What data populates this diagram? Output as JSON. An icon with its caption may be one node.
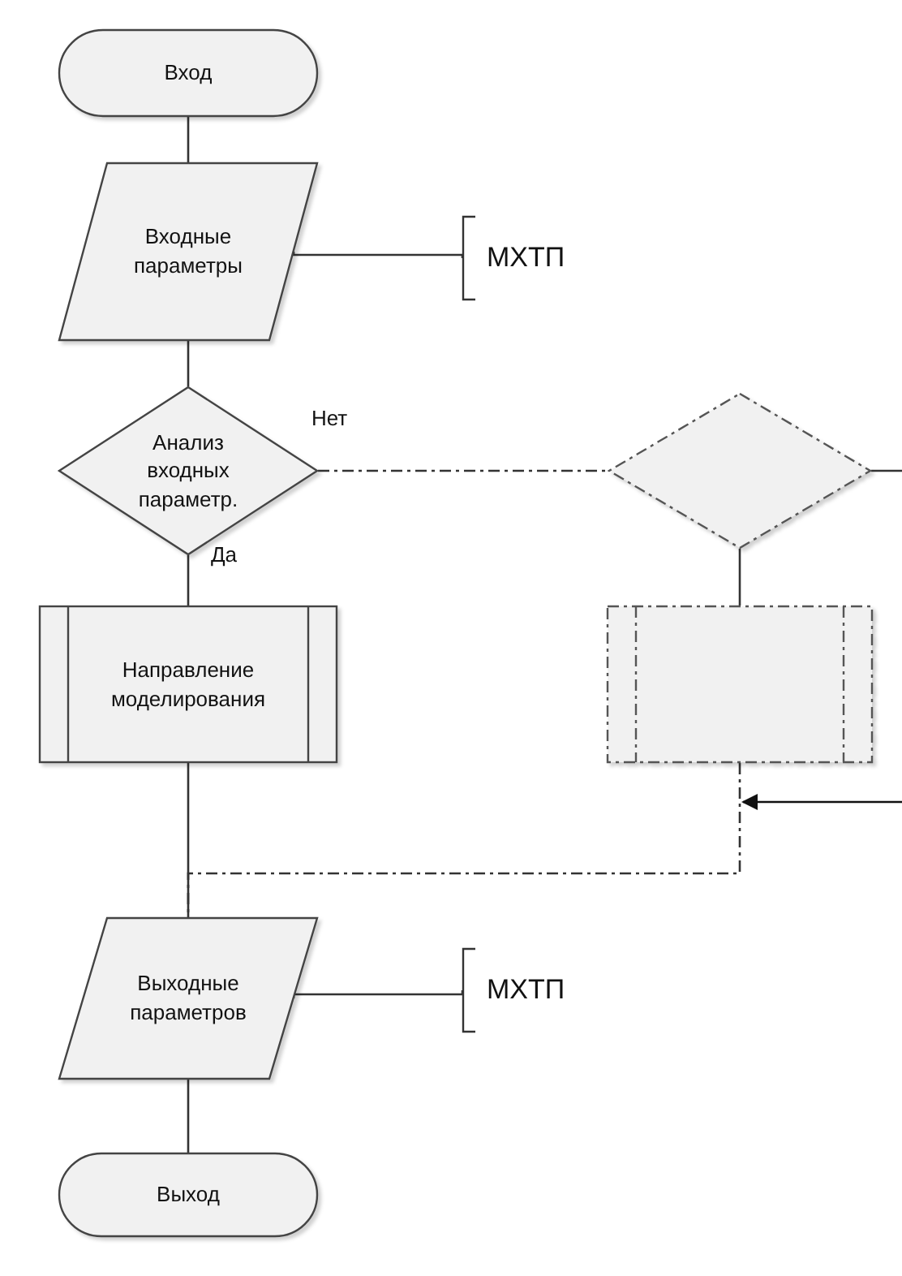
{
  "diagram": {
    "nodes": [
      {
        "text": [
          "Вход"
        ]
      },
      {
        "text": [
          "Входные параметры"
        ]
      },
      {
        "text": [
          "МХТП"
        ]
      },
      {
        "text": [
          "Анализ входных параметр."
        ]
      },
      {
        "text": [],
        "shape": "diamond"
      },
      {
        "text": [
          "Направление моделирования"
        ]
      },
      {
        "text": [],
        "shape": "box"
      },
      {
        "text": [
          "Выходные параметров"
        ]
      },
      {
        "text": [
          "МХТП"
        ]
      },
      {
        "text": [
          "Выход"
        ]
      }
    ],
    "edges": [
      {
        "from": 0,
        "to": 1,
        "arrow": "none"
      },
      {
        "from": 1,
        "to": 2,
        "arrow": "none"
      },
      {
        "from": 1,
        "to": 3,
        "arrow": "none"
      },
      {
        "from": 3,
        "to": 4,
        "arrow": "none",
        "label": "Нет",
        "style": "dashed"
      },
      {
        "from": 3,
        "to": 5,
        "arrow": "none",
        "label": "Да"
      },
      {
        "from": 4,
        "to": null,
        "arrow": "none"
      },
      {
        "from": 4,
        "to": 6,
        "arrow": "none"
      },
      {
        "from": 6,
        "to": 7,
        "arrow": "none",
        "style": "dashed"
      },
      {
        "from": 5,
        "to": 7,
        "arrow": "none"
      },
      {
        "from": 7,
        "to": 8,
        "arrow": "none"
      },
      {
        "from": 7,
        "to": 9,
        "arrow": "none"
      }
    ]
  }
}
